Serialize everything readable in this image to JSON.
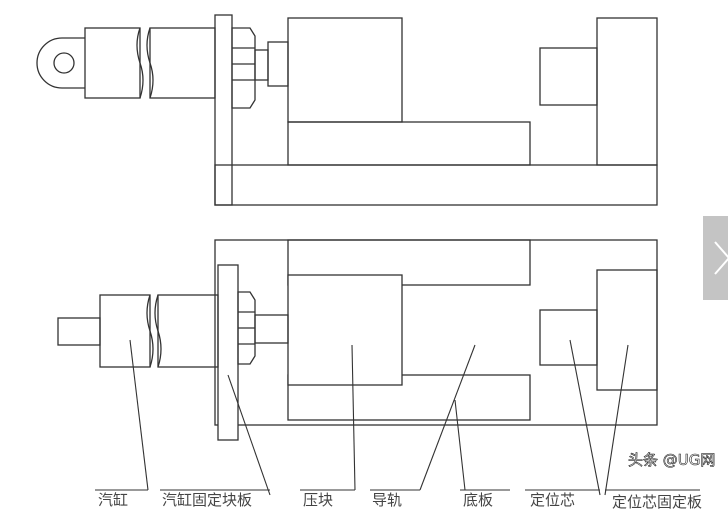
{
  "labels": {
    "cylinder": "汽缸",
    "cylinder_plate": "汽缸固定块板",
    "press_block": "压块",
    "guide_rail": "导轨",
    "base_plate": "底板",
    "locating_core": "定位芯",
    "locating_core_plate": "定位芯固定板"
  },
  "watermark": "头条 @UG网",
  "nav": {
    "icon": "chevron-right-icon",
    "color": "#c4c4c4"
  }
}
